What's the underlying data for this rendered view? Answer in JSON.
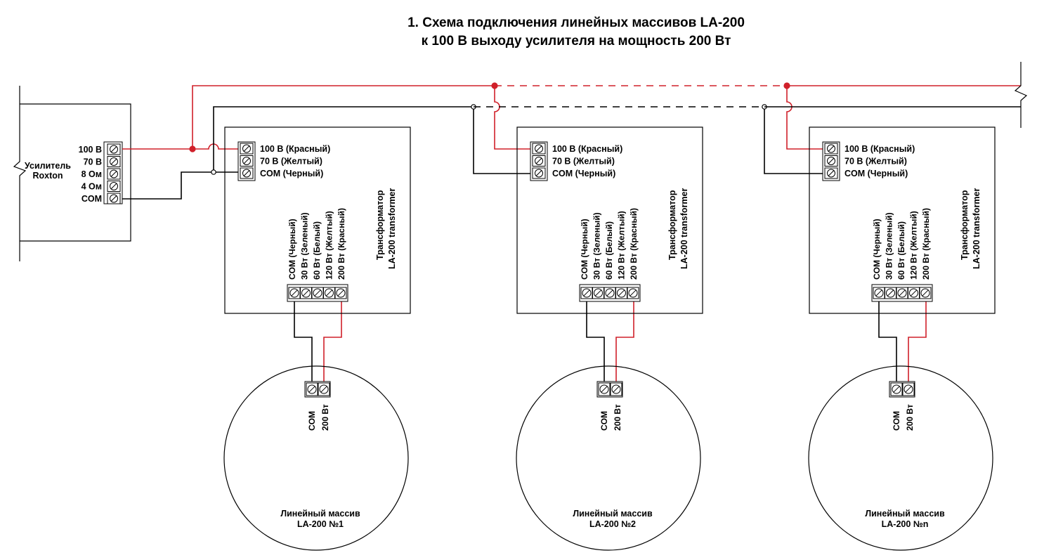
{
  "title": {
    "line1": "1. Схема подключения линейных массивов LA-200",
    "line2": "к 100 В выходу усилителя на мощность 200 Вт"
  },
  "colors": {
    "line": "#000000",
    "hot": "#d0202a"
  },
  "amplifier": {
    "label_line1": "Усилитель",
    "label_line2": "Roxton",
    "terminals": [
      "100 В",
      "70 В",
      "8 Ом",
      "4 Ом",
      "COM"
    ]
  },
  "transformers": [
    {
      "inputs": [
        "100 В (Красный)",
        "70 В (Желтый)",
        "COM (Черный)"
      ],
      "title_line1": "Трансформатор",
      "title_line2": "LA-200 transformer",
      "outputs": [
        "COM (Черный)",
        "30 Вт (Зеленый)",
        "60 Вт (Белый)",
        "120 Вт (Желтый)",
        "200 Вт (Красный)"
      ]
    },
    {
      "inputs": [
        "100 В (Красный)",
        "70 В (Желтый)",
        "COM (Черный)"
      ],
      "title_line1": "Трансформатор",
      "title_line2": "LA-200 transformer",
      "outputs": [
        "COM (Черный)",
        "30 Вт (Зеленый)",
        "60 Вт (Белый)",
        "120 Вт (Желтый)",
        "200 Вт (Красный)"
      ]
    },
    {
      "inputs": [
        "100 В (Красный)",
        "70 В (Желтый)",
        "COM (Черный)"
      ],
      "title_line1": "Трансформатор",
      "title_line2": "LA-200 transformer",
      "outputs": [
        "COM (Черный)",
        "30 Вт (Зеленый)",
        "60 Вт (Белый)",
        "120 Вт (Желтый)",
        "200 Вт (Красный)"
      ]
    }
  ],
  "arrays": [
    {
      "terminals": [
        "COM",
        "200 Вт"
      ],
      "label_line1": "Линейный массив",
      "label_line2": "LA-200 №1"
    },
    {
      "terminals": [
        "COM",
        "200 Вт"
      ],
      "label_line1": "Линейный массив",
      "label_line2": "LA-200 №2"
    },
    {
      "terminals": [
        "COM",
        "200 Вт"
      ],
      "label_line1": "Линейный массив",
      "label_line2": "LA-200 №n"
    }
  ]
}
